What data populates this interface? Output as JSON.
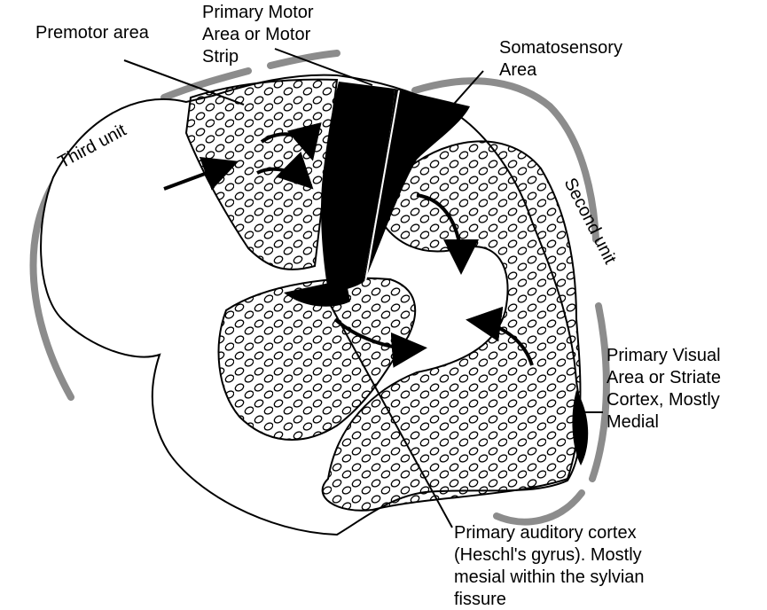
{
  "labels": {
    "premotor": "Premotor area",
    "motor": [
      "Primary Motor",
      "Area or Motor",
      "Strip"
    ],
    "somatosensory": [
      "Somatosensory",
      "Area"
    ],
    "third_unit": "Third unit",
    "second_unit": "Second unit",
    "visual": [
      "Primary Visual",
      "Area or Striate",
      "Cortex, Mostly",
      "Medial"
    ],
    "auditory": [
      "Primary auditory cortex",
      "(Heschl's gyrus). Mostly",
      "mesial within the sylvian",
      "fissure"
    ]
  }
}
